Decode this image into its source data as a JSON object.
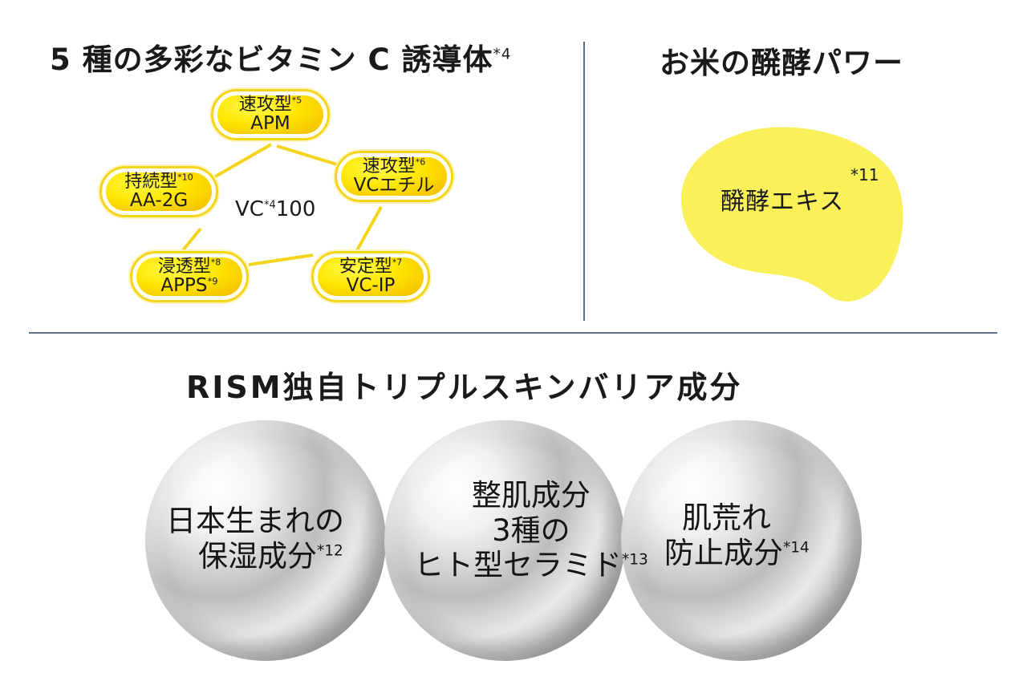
{
  "vc_section": {
    "title": "5 種の多彩なビタミン C 誘導体",
    "title_fn": "*4",
    "center_label": "VC",
    "center_fn": "*4",
    "center_value": "100",
    "nodes": [
      {
        "type": "速攻型",
        "fn": "*5",
        "name": "APM"
      },
      {
        "type": "速攻型",
        "fn": "*6",
        "name": "VCエチル"
      },
      {
        "type": "持続型",
        "fn": "*10",
        "name": "AA-2G"
      },
      {
        "type": "浸透型",
        "fn": "*8",
        "name": "APPS",
        "name_fn": "*9"
      },
      {
        "type": "安定型",
        "fn": "*7",
        "name": "VC-IP"
      }
    ]
  },
  "ferment_section": {
    "title": "お米の醗酵パワー",
    "label": "醗酵エキス",
    "fn": "*11"
  },
  "rism_section": {
    "title": "RISM独自トリプルスキンバリア成分",
    "spheres": [
      {
        "line1": "日本生まれの",
        "line2": "保湿成分",
        "fn": "*12"
      },
      {
        "line1": "整肌成分",
        "line2": "3種の",
        "line3": "ヒト型セラミド",
        "fn": "*13"
      },
      {
        "line1": "肌荒れ",
        "line2": "防止成分",
        "fn": "*14"
      }
    ]
  },
  "colors": {
    "yellow": "#ffe600",
    "yellow_dark": "#f3b800",
    "blob": "#f9f05a",
    "divider": "#5d7186"
  }
}
